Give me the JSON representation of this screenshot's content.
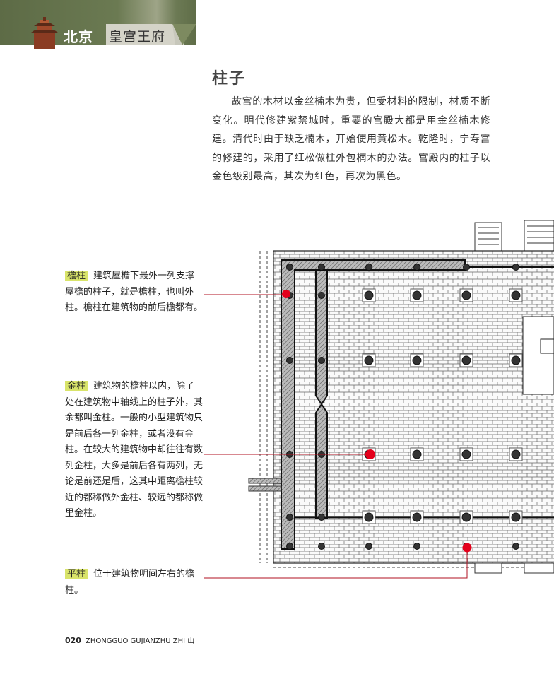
{
  "header": {
    "city": "北京",
    "section": "皇宫王府"
  },
  "article": {
    "title": "柱子",
    "body": "故宫的木材以金丝楠木为贵，但受材料的限制，材质不断变化。明代修建紫禁城时，重要的宫殿大都是用金丝楠木修建。清代时由于缺乏楠木，开始使用黄松木。乾隆时，宁寿宫的修建的，采用了红松做柱外包楠木的办法。宫殿内的柱子以金色级别最高，其次为红色，再次为黑色。"
  },
  "notes": [
    {
      "term": "檐柱",
      "text": "建筑屋檐下最外一列支撑屋檐的柱子，就是檐柱，也叫外柱。檐柱在建筑物的前后檐都有。"
    },
    {
      "term": "金柱",
      "text": "建筑物的檐柱以内，除了处在建筑物中轴线上的柱子外，其余都叫金柱。一般的小型建筑物只是前后各一列金柱，或者没有金柱。在较大的建筑物中却往往有数列金柱，大多是前后各有两列，无论是前还是后，这其中距离檐柱较近的都称做外金柱、较远的都称做里金柱。"
    },
    {
      "term": "平柱",
      "text": "位于建筑物明间左右的檐柱。"
    }
  ],
  "footer": {
    "page": "020",
    "series": "ZHONGGUO GUJIANZHU ZHI 山"
  },
  "colors": {
    "banner": "#5d6b46",
    "highlight": "#d9e46a",
    "marker": "#e4001b",
    "leader": "#b01020"
  }
}
